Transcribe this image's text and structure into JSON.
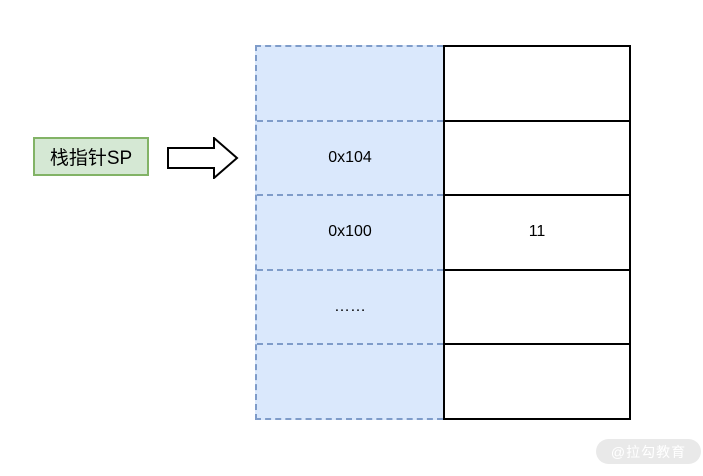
{
  "diagram": {
    "pointer_label": "栈指针SP",
    "memory": {
      "addresses": [
        "",
        "0x104",
        "0x100",
        "……",
        ""
      ],
      "values": [
        "",
        "",
        "11",
        "",
        ""
      ]
    }
  },
  "watermark": "@拉勾教育",
  "icons": {
    "arrow": "right-block-arrow"
  },
  "colors": {
    "page_bg": "#ffffff",
    "label_fill": "#d5e8d4",
    "label_stroke": "#82b366",
    "addr_fill": "#dae8fc",
    "addr_stroke": "#7f9cc9",
    "table_stroke": "#000000",
    "arrow_fill": "#ffffff",
    "arrow_stroke": "#000000",
    "watermark_bg": "#e9e9e9",
    "watermark_text": "#ffffff"
  }
}
